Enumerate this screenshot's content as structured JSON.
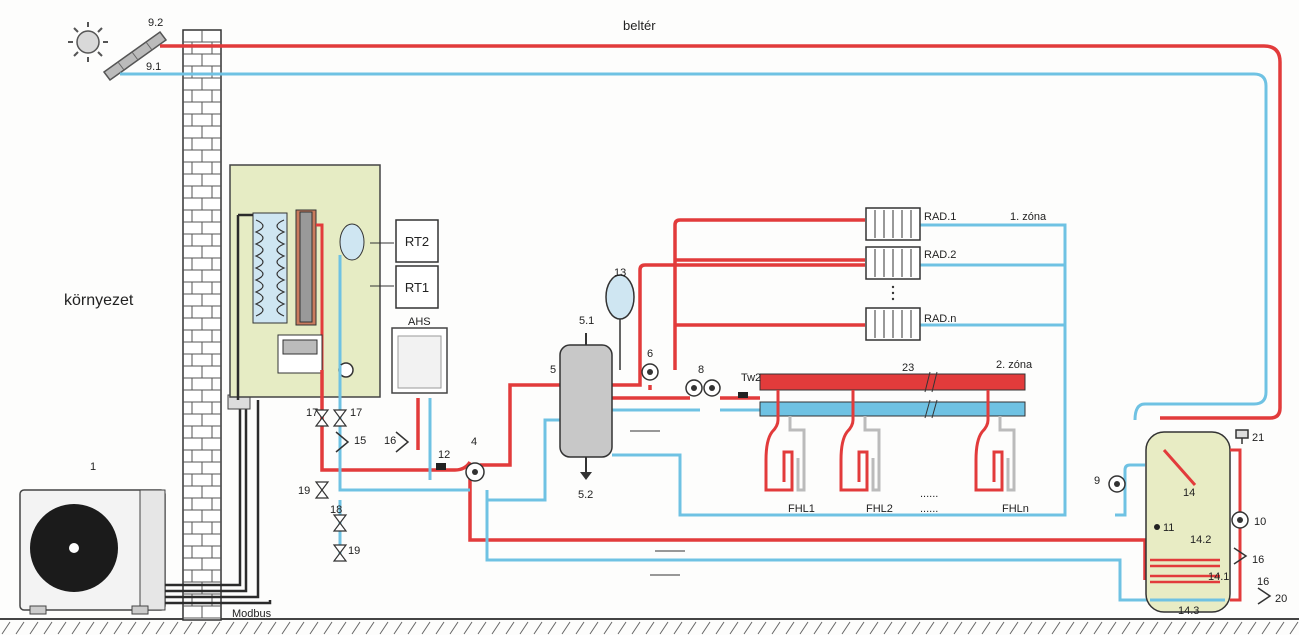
{
  "labels": {
    "indoor": "beltér",
    "outdoor": "környezet",
    "zone1": "1. zóna",
    "zone2": "2. zóna",
    "modbus": "Modbus",
    "ahs": "AHS",
    "rt1": "RT1",
    "rt2": "RT2",
    "rad1": "RAD.1",
    "rad2": "RAD.2",
    "radn": "RAD.n",
    "fhl1": "FHL1",
    "fhl2": "FHL2",
    "fhln": "FHLn",
    "dots": "......",
    "tw2": "Tw2",
    "n1": "1",
    "n4": "4",
    "n5": "5",
    "n51": "5.1",
    "n52": "5.2",
    "n6": "6",
    "n8": "8",
    "n9": "9",
    "n91": "9.1",
    "n92": "9.2",
    "n10": "10",
    "n11": "11",
    "n12": "12",
    "n13": "13",
    "n14": "14",
    "n142": "14.2",
    "n141": "14.1",
    "n143": "14.3",
    "n15": "15",
    "n16": "16",
    "n17": "17",
    "n19": "19",
    "n20": "20",
    "n21": "21",
    "n23": "23"
  },
  "colors": {
    "hot_pipe": "#e23b3b",
    "cold_pipe": "#6fc2e3",
    "unit_panel": "#e6ecc4",
    "wall_line": "#333333"
  }
}
